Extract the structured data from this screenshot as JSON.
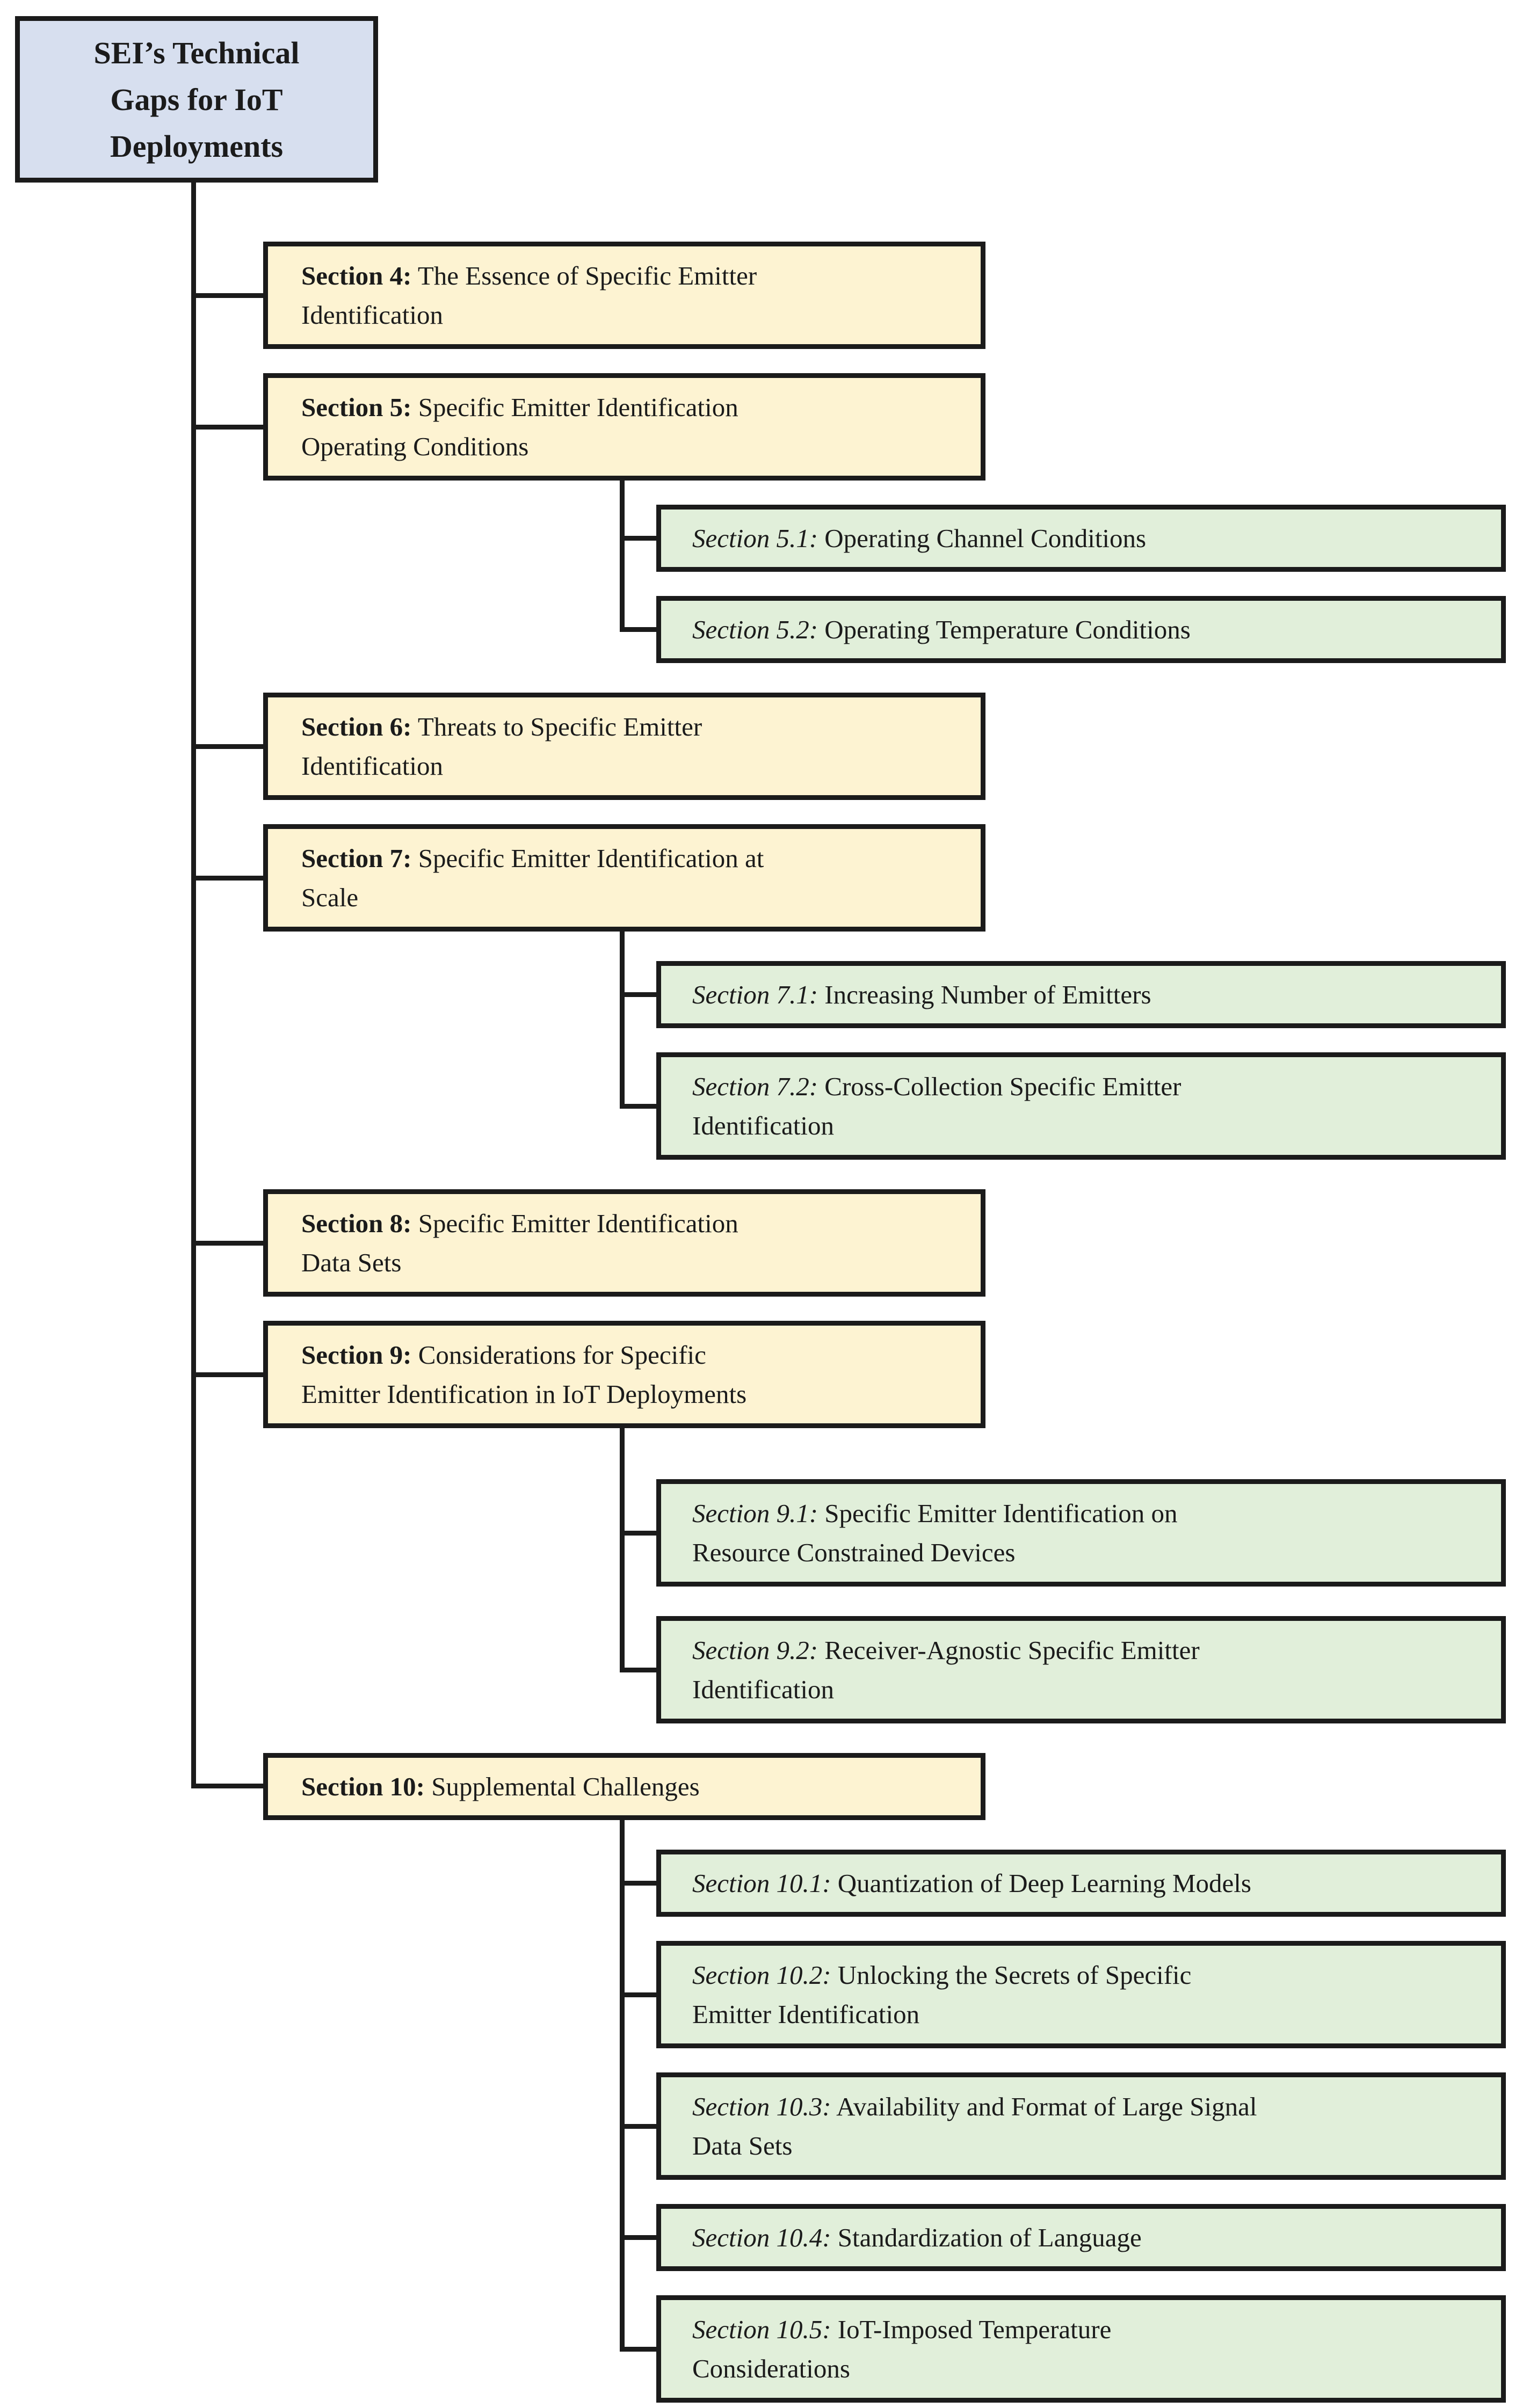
{
  "root": {
    "title": "SEI’s Technical\nGaps for IoT\nDeployments"
  },
  "sections": [
    {
      "prefix": "Section 4:",
      "title": " The Essence of Specific Emitter\nIdentification",
      "subsections": []
    },
    {
      "prefix": "Section 5:",
      "title": " Specific Emitter Identification\nOperating Conditions",
      "subsections": [
        {
          "prefix": "Section 5.1:",
          "title": " Operating Channel Conditions"
        },
        {
          "prefix": "Section 5.2:",
          "title": " Operating Temperature Conditions"
        }
      ]
    },
    {
      "prefix": "Section 6:",
      "title": " Threats to Specific Emitter\nIdentification",
      "subsections": []
    },
    {
      "prefix": "Section 7:",
      "title": " Specific Emitter Identification at\nScale",
      "subsections": [
        {
          "prefix": "Section 7.1:",
          "title": " Increasing Number of Emitters"
        },
        {
          "prefix": "Section 7.2:",
          "title": " Cross-Collection Specific Emitter\nIdentification"
        }
      ]
    },
    {
      "prefix": "Section 8:",
      "title": " Specific Emitter Identification\nData Sets",
      "subsections": []
    },
    {
      "prefix": "Section 9:",
      "title": " Considerations for Specific\nEmitter Identification in IoT Deployments",
      "subsections": [
        {
          "prefix": "Section 9.1:",
          "title": " Specific Emitter Identification on\nResource Constrained Devices"
        },
        {
          "prefix": "Section 9.2:",
          "title": " Receiver-Agnostic Specific Emitter\nIdentification"
        }
      ]
    },
    {
      "prefix": "Section 10:",
      "title": " Supplemental Challenges",
      "subsections": [
        {
          "prefix": "Section 10.1:",
          "title": " Quantization of Deep Learning Models"
        },
        {
          "prefix": "Section 10.2:",
          "title": " Unlocking the Secrets of Specific\nEmitter Identification"
        },
        {
          "prefix": "Section 10.3:",
          "title": " Availability and Format of Large Signal\nData Sets"
        },
        {
          "prefix": "Section 10.4:",
          "title": " Standardization of Language"
        },
        {
          "prefix": "Section 10.5:",
          "title": " IoT-Imposed Temperature\nConsiderations"
        }
      ]
    }
  ],
  "colors": {
    "root_fill": "#d7dfef",
    "section_fill": "#fdf3d2",
    "subsection_fill": "#e1efda",
    "line_and_border": "#1b1b1b",
    "background": "#ffffff"
  }
}
